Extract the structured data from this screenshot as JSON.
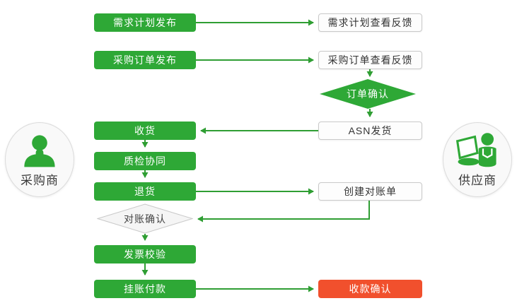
{
  "palette": {
    "green": "#2ea836",
    "arrow_green": "#2f9e33",
    "red": "#f1502d",
    "white_box_bg": "#fdfdfd",
    "white_box_border": "#c9c9c9",
    "diamond_gray_fill": "#f5f5f5",
    "diamond_gray_border": "#c9c9c9",
    "text_dark": "#333333",
    "text_light": "#ffffff",
    "circle_fill": "#f9f9f9",
    "circle_border": "#dcdcdc"
  },
  "actors": {
    "buyer": {
      "label": "采购商",
      "icon": "person-icon"
    },
    "supplier": {
      "label": "供应商",
      "icon": "person-laptop-icon"
    }
  },
  "nodes": {
    "demand_plan_publish": {
      "label": "需求计划发布",
      "shape": "rect",
      "style": "green"
    },
    "demand_plan_feedback": {
      "label": "需求计划查看反馈",
      "shape": "rect",
      "style": "white"
    },
    "po_publish": {
      "label": "采购订单发布",
      "shape": "rect",
      "style": "green"
    },
    "po_feedback": {
      "label": "采购订单查看反馈",
      "shape": "rect",
      "style": "white"
    },
    "order_confirm": {
      "label": "订单确认",
      "shape": "diamond",
      "style": "green"
    },
    "asn_ship": {
      "label": "ASN发货",
      "shape": "rect",
      "style": "white"
    },
    "receive": {
      "label": "收货",
      "shape": "rect",
      "style": "green"
    },
    "quality_check": {
      "label": "质检协同",
      "shape": "rect",
      "style": "green"
    },
    "return_goods": {
      "label": "退货",
      "shape": "rect",
      "style": "green"
    },
    "create_statement": {
      "label": "创建对账单",
      "shape": "rect",
      "style": "white"
    },
    "statement_confirm": {
      "label": "对账确认",
      "shape": "diamond",
      "style": "gray"
    },
    "invoice_check": {
      "label": "发票校验",
      "shape": "rect",
      "style": "green"
    },
    "payment_on_account": {
      "label": "挂账付款",
      "shape": "rect",
      "style": "green"
    },
    "receipt_confirm": {
      "label": "收款确认",
      "shape": "rect",
      "style": "red"
    }
  },
  "edges": [
    {
      "from": "demand_plan_publish",
      "to": "demand_plan_feedback"
    },
    {
      "from": "po_publish",
      "to": "po_feedback"
    },
    {
      "from": "po_feedback",
      "to": "order_confirm"
    },
    {
      "from": "order_confirm",
      "to": "asn_ship"
    },
    {
      "from": "asn_ship",
      "to": "receive"
    },
    {
      "from": "receive",
      "to": "quality_check"
    },
    {
      "from": "quality_check",
      "to": "return_goods"
    },
    {
      "from": "return_goods",
      "to": "create_statement"
    },
    {
      "from": "create_statement",
      "to": "statement_confirm"
    },
    {
      "from": "statement_confirm",
      "to": "invoice_check"
    },
    {
      "from": "invoice_check",
      "to": "payment_on_account"
    },
    {
      "from": "payment_on_account",
      "to": "receipt_confirm"
    }
  ]
}
